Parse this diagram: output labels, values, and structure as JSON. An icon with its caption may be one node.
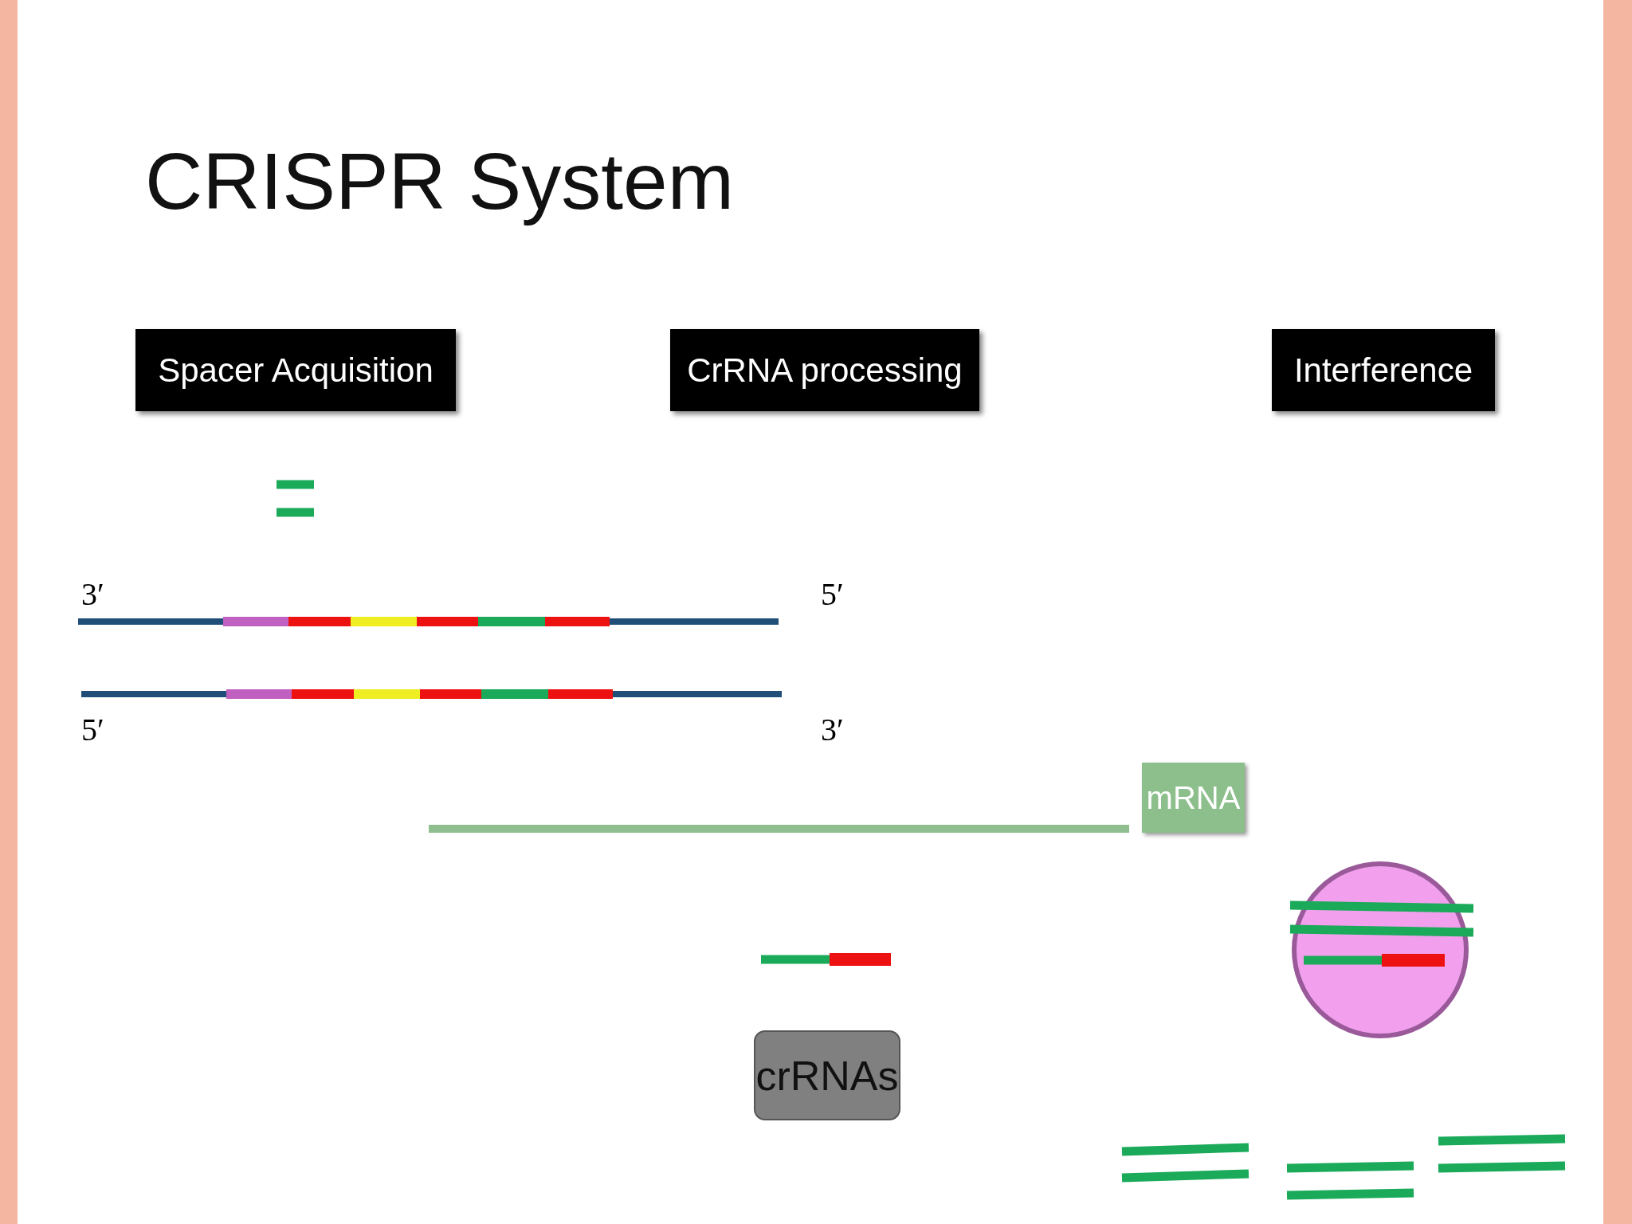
{
  "diagram": {
    "title": "CRISPR System",
    "nodes": [
      {
        "text": [
          "Spacer Acquisition"
        ]
      },
      {
        "text": [
          "CrRNA processing"
        ]
      },
      {
        "text": [
          "Interference"
        ]
      },
      {
        "text": [
          "mRNA"
        ]
      },
      {
        "text": [
          "crRNAs"
        ]
      }
    ],
    "labels": [
      "3′",
      "5′",
      "5′",
      "3′"
    ]
  }
}
